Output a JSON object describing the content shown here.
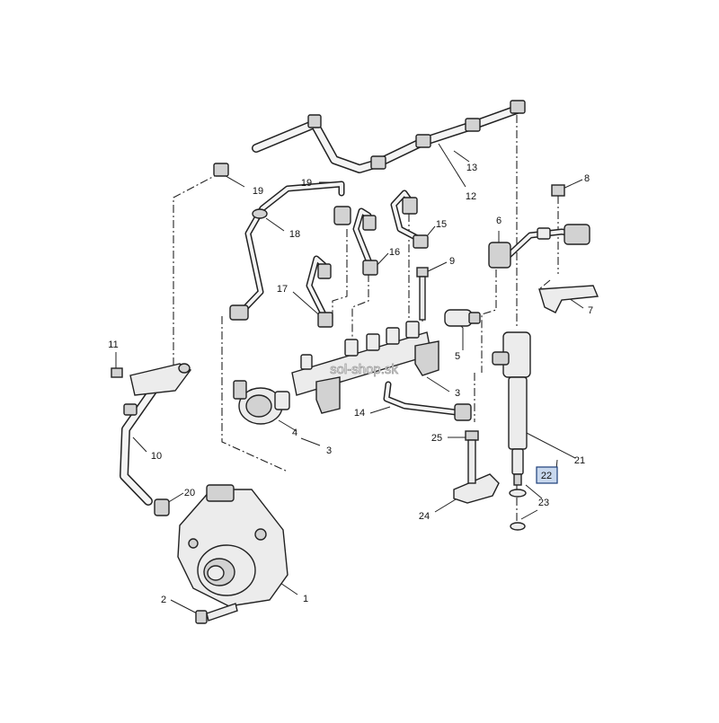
{
  "watermark": "sol-shop.sk",
  "highlight": {
    "accent_color": "#c8d8ee",
    "border_color": "#1c3e78"
  },
  "callouts": {
    "c1": "1",
    "c2": "2",
    "c3a": "3",
    "c3b": "3",
    "c4": "4",
    "c5": "5",
    "c6": "6",
    "c7": "7",
    "c8": "8",
    "c9": "9",
    "c10": "10",
    "c11": "11",
    "c12": "12",
    "c13": "13",
    "c14": "14",
    "c15": "15",
    "c16": "16",
    "c17": "17",
    "c18": "18",
    "c19a": "19",
    "c19b": "19",
    "c20": "20",
    "c21": "21",
    "c22": "22",
    "c23": "23",
    "c24": "24",
    "c25": "25"
  }
}
